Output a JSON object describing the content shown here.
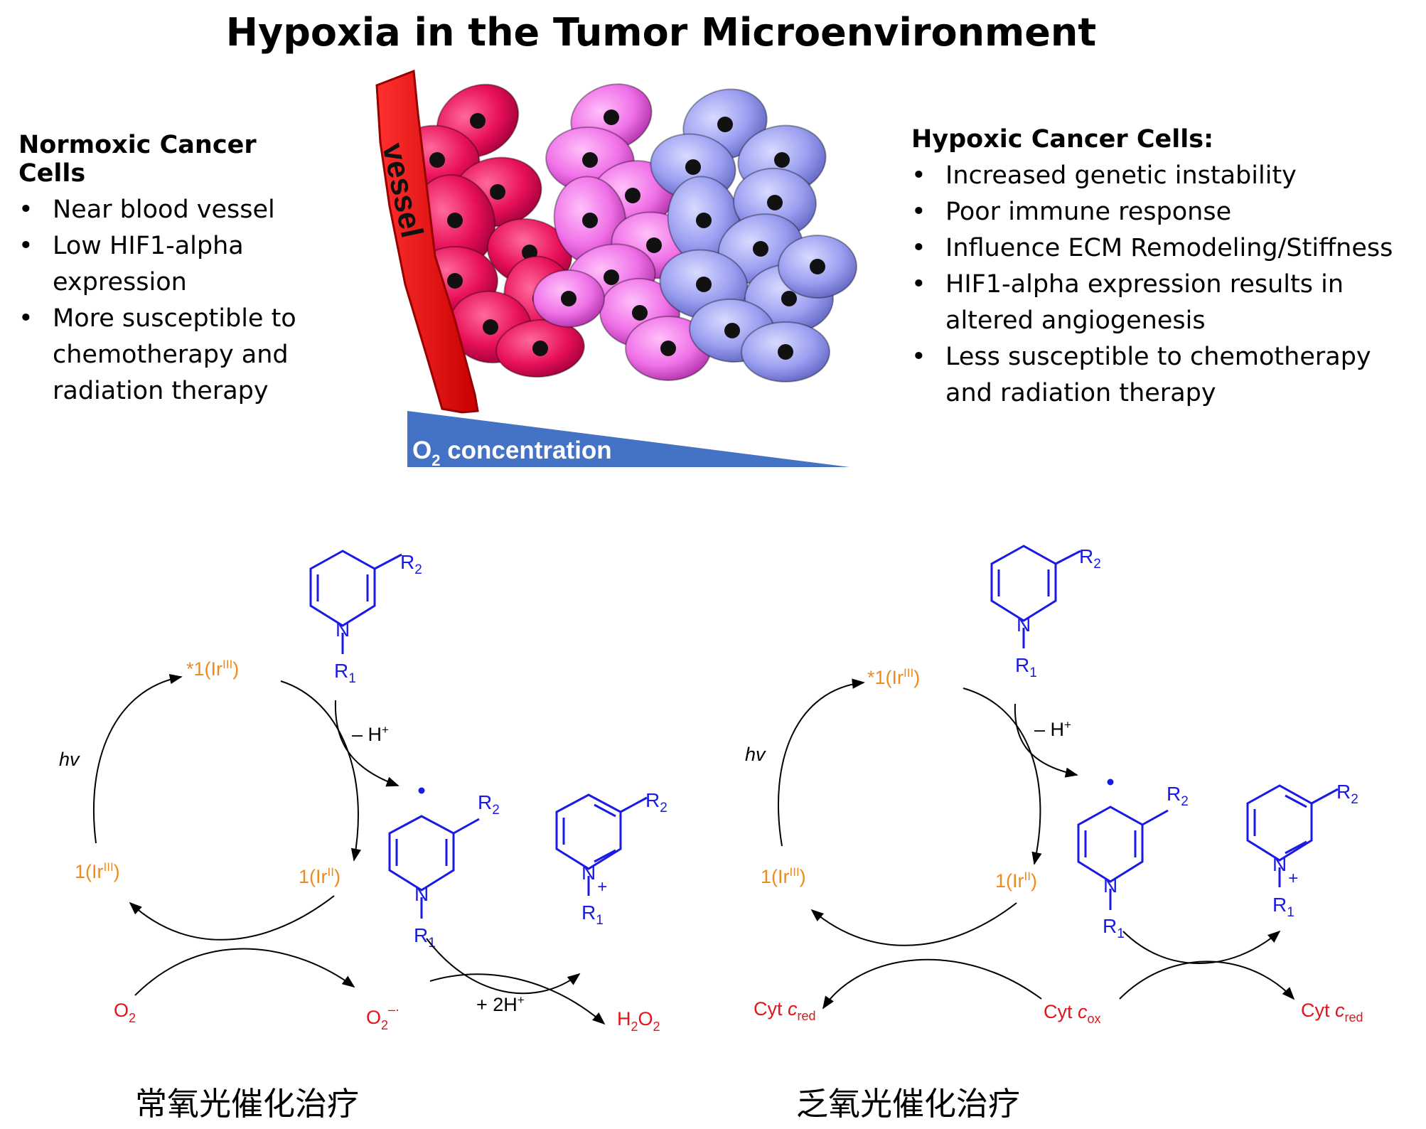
{
  "title": "Hypoxia in the Tumor Microenvironment",
  "normoxic": {
    "heading": "Normoxic Cancer Cells",
    "items": [
      "Near blood vessel",
      "Low HIF1-alpha expression",
      "More susceptible to chemotherapy and radiation therapy"
    ]
  },
  "hypoxic": {
    "heading": "Hypoxic Cancer Cells:",
    "items": [
      "Increased genetic instability",
      "Poor immune response",
      "Influence ECM Remodeling/Stiffness",
      "HIF1-alpha expression results in altered angiogenesis",
      "Less susceptible to chemotherapy and radiation therapy"
    ]
  },
  "illustration": {
    "vessel_label": "vessel",
    "o2_label": "O",
    "o2_sub": "2",
    "o2_rest": " concentration",
    "colors": {
      "vessel": "#ee1111",
      "normoxic_cells": "#e8105a",
      "mid_cells": "#f070e8",
      "hypoxic_cells": "#9a9ef0",
      "gradient": "#4472c4"
    }
  },
  "cycle_left": {
    "caption": "常氧光催化治疗",
    "ir_excited": "*1(Ir",
    "ir_excited_sup": "III",
    "ir_reduced": "1(Ir",
    "ir_reduced_sup": "II",
    "ir_ground": "1(Ir",
    "ir_ground_sup": "III",
    "hv": "hv",
    "minus_h": "– H",
    "plus_2h": "+ 2H",
    "o2": "O",
    "superoxide": "O",
    "h2o2": "H",
    "r1": "R",
    "r2": "R",
    "n": "N"
  },
  "cycle_right": {
    "caption": "乏氧光催化治疗",
    "ir_excited": "*1(Ir",
    "ir_excited_sup": "III",
    "ir_reduced": "1(Ir",
    "ir_reduced_sup": "II",
    "ir_ground": "1(Ir",
    "ir_ground_sup": "III",
    "hv": "hv",
    "minus_h": "– H",
    "cyt": "Cyt ",
    "c": "c",
    "red": "red",
    "ox": "ox",
    "r1": "R",
    "r2": "R",
    "n": "N"
  },
  "colors": {
    "orange": "#f08a1c",
    "blue": "#1a1ae6",
    "red": "#e8121a"
  }
}
